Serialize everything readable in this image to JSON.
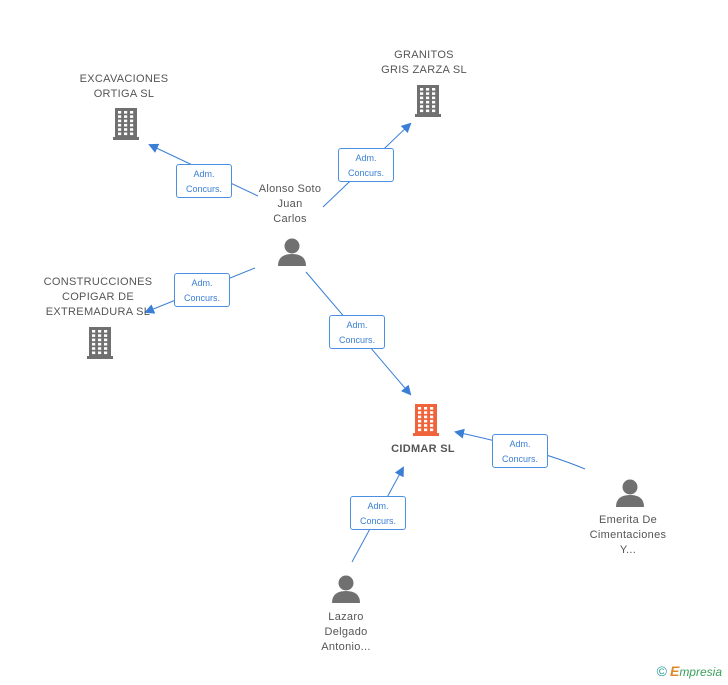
{
  "colors": {
    "edge": "#3a7fd5",
    "node_gray": "#707070",
    "node_main": "#f0643c"
  },
  "nodes": [
    {
      "id": "excavaciones",
      "type": "company",
      "label": "EXCAVACIONES\nORTIGA SL",
      "main": false
    },
    {
      "id": "granitos",
      "type": "company",
      "label": "GRANITOS\nGRIS ZARZA SL",
      "main": false
    },
    {
      "id": "alonso",
      "type": "person",
      "label": "Alonso Soto\nJuan\nCarlos",
      "main": false
    },
    {
      "id": "construcciones",
      "type": "company",
      "label": "CONSTRUCCIONES\nCOPIGAR DE\nEXTREMADURA SL",
      "main": false
    },
    {
      "id": "cidmar",
      "type": "company",
      "label": "CIDMAR SL",
      "main": true
    },
    {
      "id": "emerita",
      "type": "person",
      "label": "Emerita De\nCimentaciones\nY...",
      "main": false
    },
    {
      "id": "lazaro",
      "type": "person",
      "label": "Lazaro\nDelgado\nAntonio...",
      "main": false
    }
  ],
  "edges": [
    {
      "from": "alonso",
      "to": "excavaciones",
      "label": "Adm.\nConcurs."
    },
    {
      "from": "alonso",
      "to": "granitos",
      "label": "Adm.\nConcurs."
    },
    {
      "from": "alonso",
      "to": "construcciones",
      "label": "Adm.\nConcurs."
    },
    {
      "from": "alonso",
      "to": "cidmar",
      "label": "Adm.\nConcurs."
    },
    {
      "from": "emerita",
      "to": "cidmar",
      "label": "Adm.\nConcurs."
    },
    {
      "from": "lazaro",
      "to": "cidmar",
      "label": "Adm.\nConcurs."
    }
  ],
  "footer": {
    "copyright_symbol": "©",
    "brand_initial": "E",
    "brand_rest": "mpresia"
  }
}
